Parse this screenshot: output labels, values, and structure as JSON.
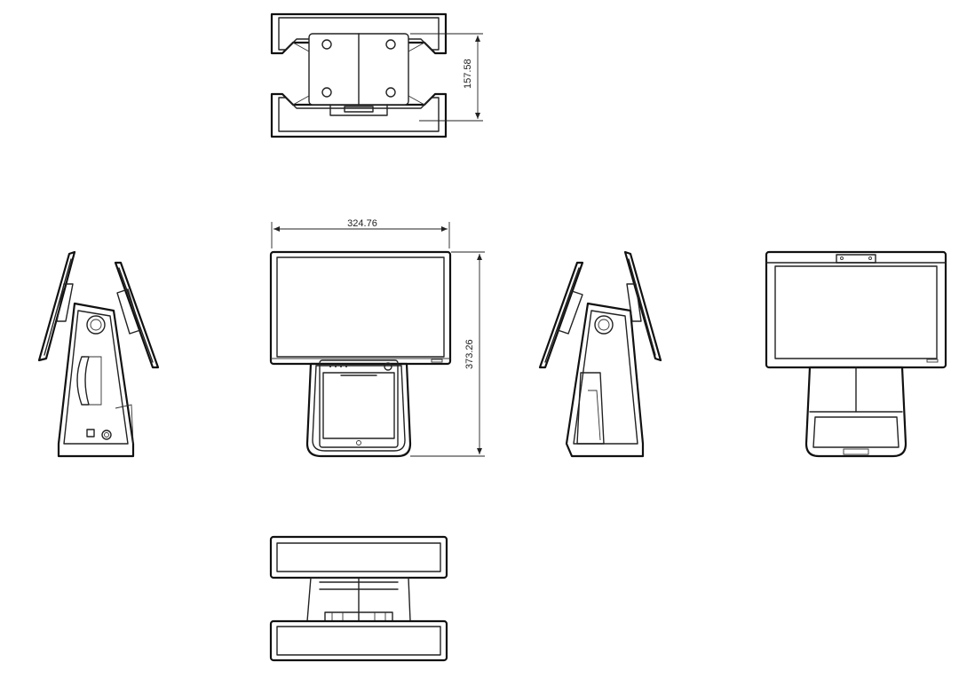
{
  "dimensions": {
    "width": "324.76",
    "height": "373.26",
    "depth": "157.58"
  },
  "colors": {
    "line": "#222222",
    "background": "#ffffff"
  }
}
